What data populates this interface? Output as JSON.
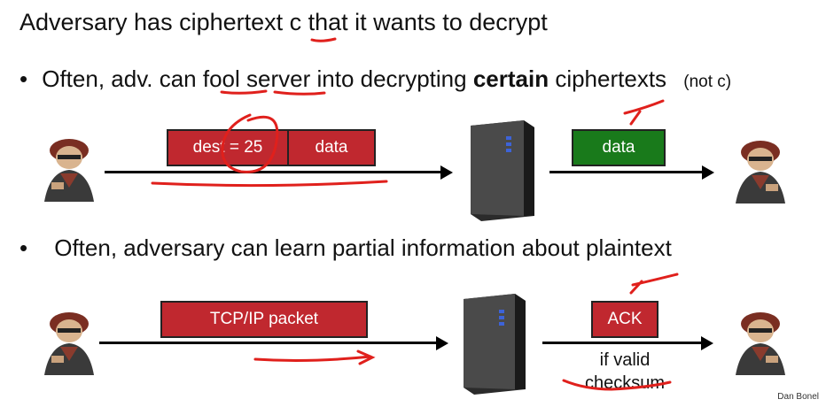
{
  "title": {
    "before": "Adversary has ciphertext ",
    "var": "c",
    "after": "  that it wants to decrypt"
  },
  "bullet1": {
    "bullet": "•",
    "part1": "Often, adv. can ",
    "fool": "fool",
    "space": " ",
    "server": "server",
    "part2": " into decrypting ",
    "bold": "certain",
    "part3": " ciphertexts",
    "note": "(not c)"
  },
  "row1": {
    "field1": "dest = 25",
    "field2": "data",
    "out_box": "data"
  },
  "bullet2": {
    "bullet": "•",
    "text": "Often, adversary can learn partial information about plaintext"
  },
  "row2": {
    "packet": "TCP/IP packet",
    "ack": "ACK",
    "cond1": "if valid",
    "cond2": "checksum"
  },
  "signature": "Dan Bonel",
  "colors": {
    "red_box": "#c0282f",
    "green_box": "#197a1b",
    "annotation": "#e0201c"
  },
  "icons": [
    "attacker-icon",
    "server-icon",
    "attacker-icon"
  ]
}
